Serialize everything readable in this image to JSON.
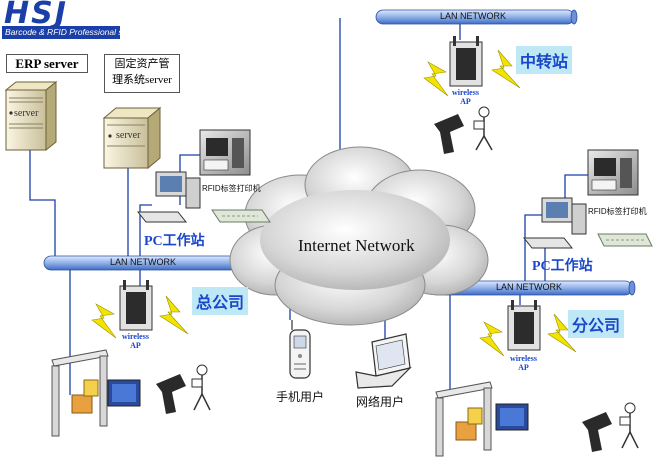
{
  "logo": {
    "brand": "HSJ",
    "tagline": "Barcode & RFID Professional service"
  },
  "servers": [
    {
      "box_label": "ERP server",
      "label": "server"
    },
    {
      "box_label": "固定资产管\n理系统server",
      "label": "server"
    }
  ],
  "networks": [
    {
      "label": "LAN NETWORK"
    },
    {
      "label": "LAN NETWORK"
    },
    {
      "label": "LAN NETWORK"
    }
  ],
  "cloud": {
    "label": "Internet Network"
  },
  "stations": {
    "top": "中转站",
    "left": "总公司",
    "right": "分公司"
  },
  "pc_label": "PC工作站",
  "printer_label": "RFID标签打印机",
  "ap_label": "wireless\nAP",
  "users": {
    "mobile": "手机用户",
    "web": "网络用户"
  },
  "colors": {
    "brand": "#1a3fa8",
    "pipe": "#8fb0e8",
    "cloud": "#c7c7c7",
    "station_bg": "#bfe8f7",
    "station_text": "#1a47c9",
    "lightning": "#f2e300"
  }
}
